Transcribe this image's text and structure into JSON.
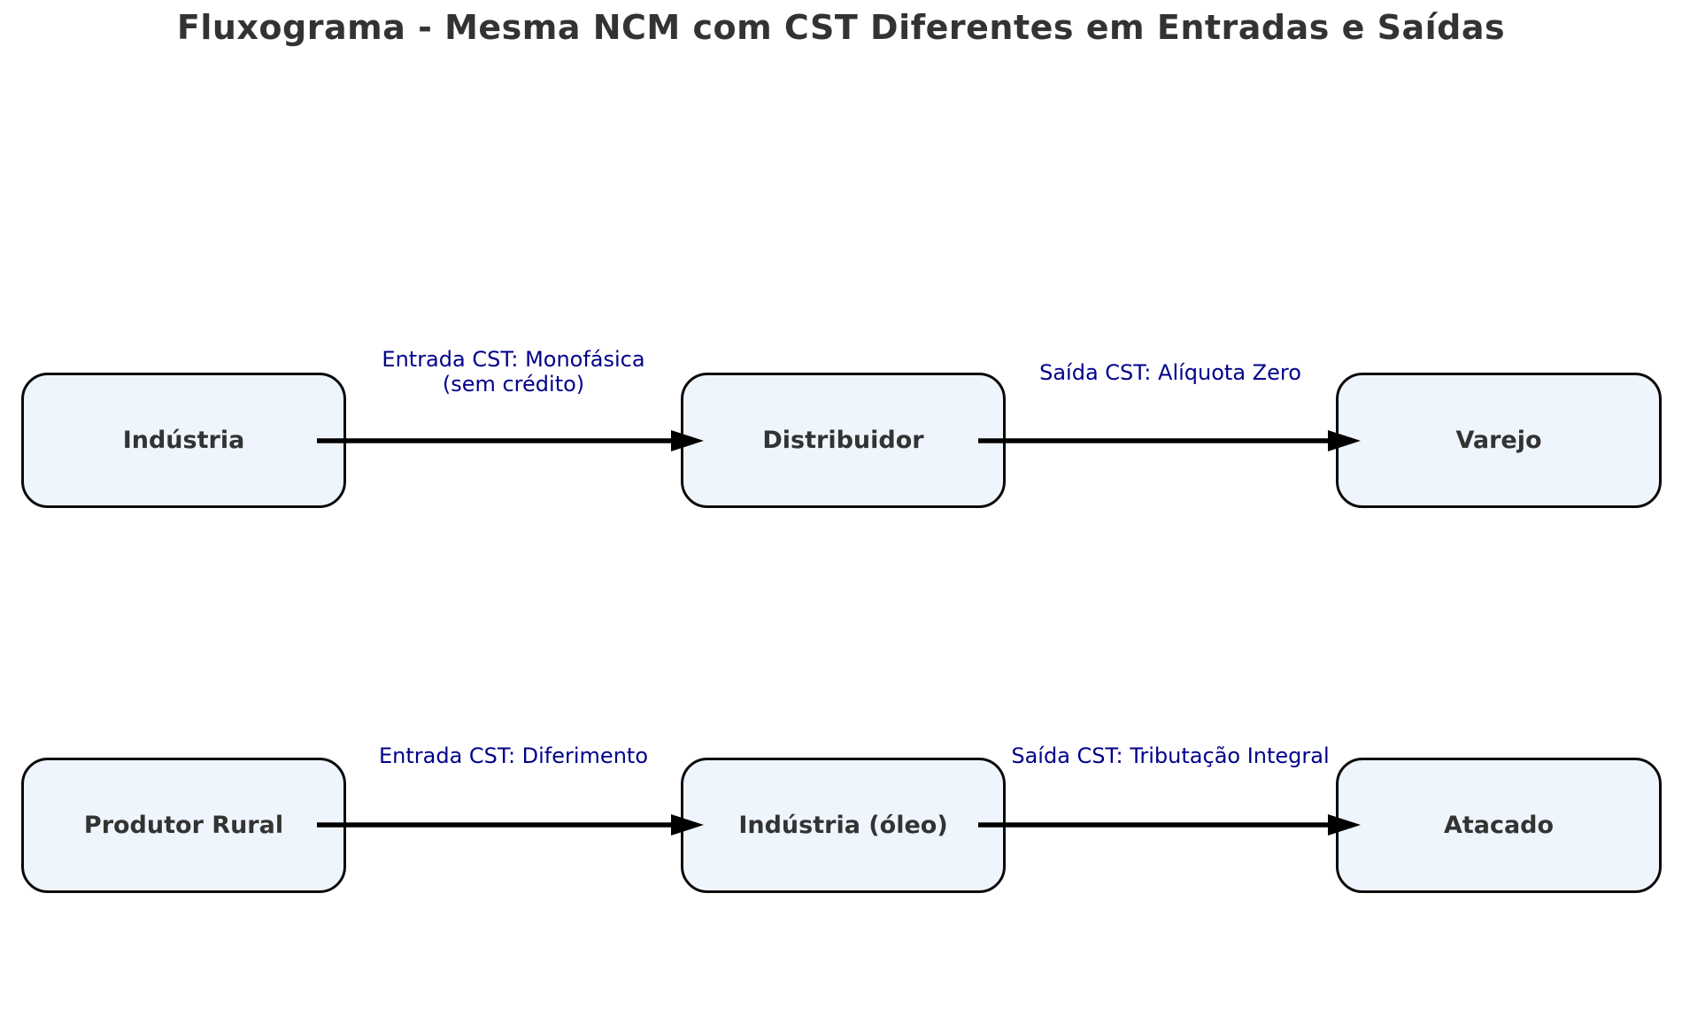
{
  "title": "Fluxograma - Mesma NCM com CST Diferentes em Entradas e Saídas",
  "colors": {
    "background": "#ffffff",
    "node_fill": "#eff5fd",
    "node_border": "#0a0a0a",
    "node_text": "#333333",
    "edge_label": "#00008b",
    "arrow": "#000000",
    "title_text": "#333333"
  },
  "diagram": {
    "type": "flowchart",
    "nodes": [
      {
        "id": "industria",
        "label": "Indústria"
      },
      {
        "id": "distribuidor",
        "label": "Distribuidor"
      },
      {
        "id": "varejo",
        "label": "Varejo"
      },
      {
        "id": "produtor-rural",
        "label": "Produtor Rural"
      },
      {
        "id": "industria-oleo",
        "label": "Indústria (óleo)"
      },
      {
        "id": "atacado",
        "label": "Atacado"
      }
    ],
    "edges": [
      {
        "from": "industria",
        "to": "distribuidor",
        "label": "Entrada CST: Monofásica\n(sem crédito)"
      },
      {
        "from": "distribuidor",
        "to": "varejo",
        "label": "Saída CST: Alíquota Zero"
      },
      {
        "from": "produtor-rural",
        "to": "industria-oleo",
        "label": "Entrada CST: Diferimento"
      },
      {
        "from": "industria-oleo",
        "to": "atacado",
        "label": "Saída CST: Tributação Integral"
      }
    ]
  }
}
